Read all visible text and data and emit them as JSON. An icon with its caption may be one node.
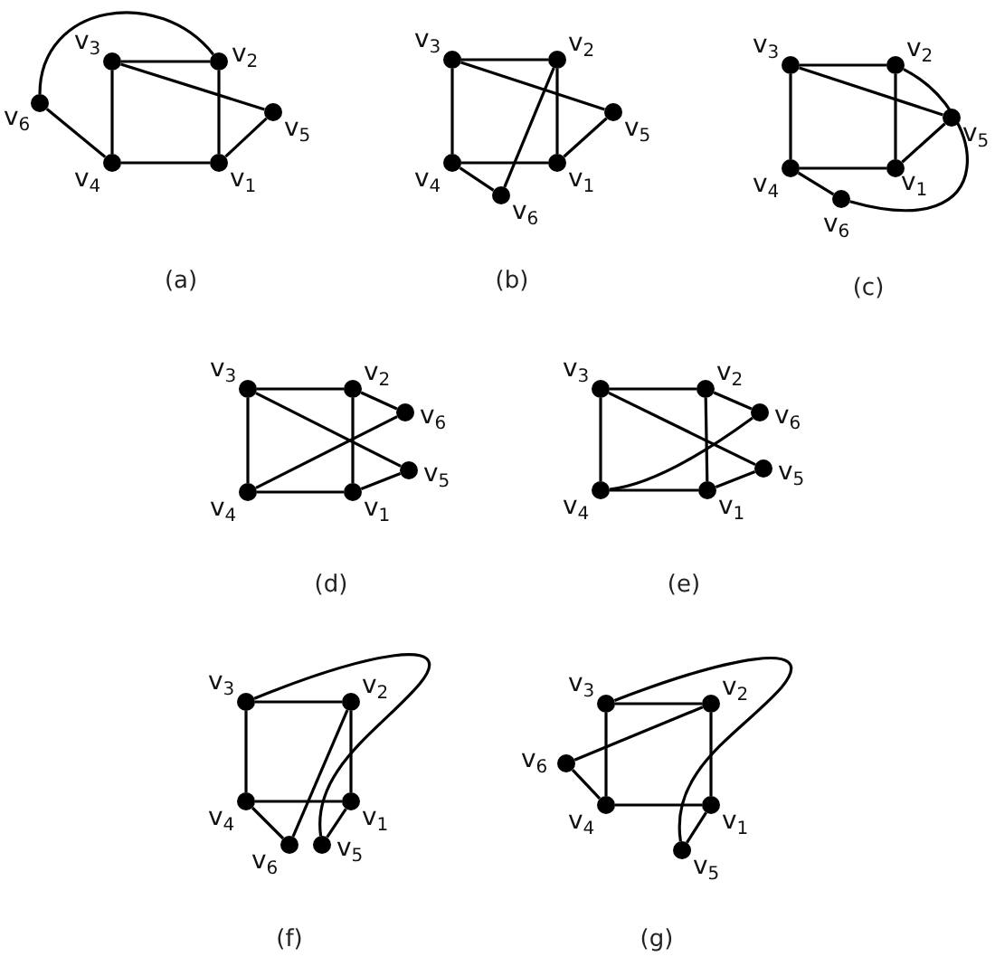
{
  "diagram": {
    "nodes": [
      {
        "text": [
          "v$_{3}$"
        ]
      },
      {
        "text": [
          "v$_{2}$"
        ]
      },
      {
        "text": [
          "v$_{6}$"
        ]
      },
      {
        "text": [
          "v$_{5}$"
        ]
      },
      {
        "text": [
          "v$_{4}$"
        ]
      },
      {
        "text": [
          "v$_{1}$"
        ]
      },
      {
        "text": [
          "v$_{3}$"
        ]
      },
      {
        "text": [
          "v$_{2}$"
        ]
      },
      {
        "text": [
          "v$_{5}$"
        ]
      },
      {
        "text": [
          "v$_{4}$"
        ]
      },
      {
        "text": [
          "v$_{1}$"
        ]
      },
      {
        "text": [
          "v$_{6}$"
        ]
      },
      {
        "text": [
          "v$_{3}$"
        ]
      },
      {
        "text": [
          "v$_{2}$"
        ]
      },
      {
        "text": [
          "v$_{5}$"
        ]
      },
      {
        "text": [
          "v$_{4}$"
        ]
      },
      {
        "text": [
          "v$_{1}$"
        ]
      },
      {
        "text": [
          "v$_{6}$"
        ]
      },
      {
        "text": [
          "v$_{3}$"
        ]
      },
      {
        "text": [
          "v$_{2}$"
        ]
      },
      {
        "text": [
          "v$_{6}$"
        ]
      },
      {
        "text": [
          "v$_{5}$"
        ]
      },
      {
        "text": [
          "v$_{4}$"
        ]
      },
      {
        "text": [
          "v$_{1}$"
        ]
      },
      {
        "text": [
          "v$_{3}$"
        ]
      },
      {
        "text": [
          "v$_{2}$"
        ]
      },
      {
        "text": [
          "v$_{6}$"
        ]
      },
      {
        "text": [
          "v$_{5}$"
        ]
      },
      {
        "text": [
          "v$_{4}$"
        ]
      },
      {
        "text": [
          "v$_{1}$"
        ]
      },
      {
        "text": [
          "v$_{3}$"
        ]
      },
      {
        "text": [
          "v$_{2}$"
        ]
      },
      {
        "text": [
          "v$_{4}$"
        ]
      },
      {
        "text": [
          "v$_{1}$"
        ]
      },
      {
        "text": [
          "v$_{6}$"
        ]
      },
      {
        "text": [
          "v$_{5}$"
        ]
      },
      {
        "text": [
          "v$_{3}$"
        ]
      },
      {
        "text": [
          "v$_{2}$"
        ]
      },
      {
        "text": [
          "v$_{6}$"
        ]
      },
      {
        "text": [
          "v$_{4}$"
        ]
      },
      {
        "text": [
          "v$_{1}$"
        ]
      },
      {
        "text": [
          "v$_{5}$"
        ]
      }
    ],
    "edges": [
      {
        "from": 0,
        "to": 1,
        "arrow": "none"
      },
      {
        "from": 1,
        "to": 5,
        "arrow": "none"
      },
      {
        "from": 5,
        "to": 4,
        "arrow": "none"
      },
      {
        "from": 4,
        "to": 0,
        "arrow": "none"
      },
      {
        "from": 0,
        "to": 3,
        "arrow": "none"
      },
      {
        "from": 3,
        "to": 5,
        "arrow": "none"
      },
      {
        "from": 2,
        "to": 4,
        "arrow": "none"
      },
      {
        "from": 2,
        "to": 1,
        "arrow": "none"
      },
      {
        "from": 6,
        "to": 7,
        "arrow": "none"
      },
      {
        "from": 7,
        "to": 10,
        "arrow": "none"
      },
      {
        "from": 10,
        "to": 9,
        "arrow": "none"
      },
      {
        "from": 9,
        "to": 6,
        "arrow": "none"
      },
      {
        "from": 6,
        "to": 8,
        "arrow": "none"
      },
      {
        "from": 8,
        "to": 10,
        "arrow": "none"
      },
      {
        "from": 9,
        "to": 11,
        "arrow": "none"
      },
      {
        "from": 11,
        "to": 7,
        "arrow": "none"
      },
      {
        "from": 12,
        "to": 13,
        "arrow": "none"
      },
      {
        "from": 13,
        "to": 16,
        "arrow": "none"
      },
      {
        "from": 16,
        "to": 15,
        "arrow": "none"
      },
      {
        "from": 15,
        "to": 12,
        "arrow": "none"
      },
      {
        "from": 12,
        "to": 14,
        "arrow": "none"
      },
      {
        "from": 14,
        "to": 16,
        "arrow": "none"
      },
      {
        "from": 15,
        "to": 17,
        "arrow": "none"
      },
      {
        "from": 17,
        "to": 13,
        "arrow": "none"
      },
      {
        "from": 18,
        "to": 19,
        "arrow": "none"
      },
      {
        "from": 19,
        "to": 23,
        "arrow": "none"
      },
      {
        "from": 23,
        "to": 22,
        "arrow": "none"
      },
      {
        "from": 22,
        "to": 18,
        "arrow": "none"
      },
      {
        "from": 18,
        "to": 21,
        "arrow": "none"
      },
      {
        "from": 21,
        "to": 23,
        "arrow": "none"
      },
      {
        "from": 19,
        "to": 20,
        "arrow": "none"
      },
      {
        "from": 20,
        "to": 22,
        "arrow": "none"
      },
      {
        "from": 24,
        "to": 25,
        "arrow": "none"
      },
      {
        "from": 25,
        "to": 29,
        "arrow": "none"
      },
      {
        "from": 29,
        "to": 28,
        "arrow": "none"
      },
      {
        "from": 28,
        "to": 24,
        "arrow": "none"
      },
      {
        "from": 24,
        "to": 27,
        "arrow": "none"
      },
      {
        "from": 27,
        "to": 29,
        "arrow": "none"
      },
      {
        "from": 25,
        "to": 26,
        "arrow": "none"
      },
      {
        "from": 26,
        "to": 28,
        "arrow": "none"
      },
      {
        "from": 30,
        "to": 31,
        "arrow": "none"
      },
      {
        "from": 31,
        "to": 33,
        "arrow": "none"
      },
      {
        "from": 33,
        "to": 32,
        "arrow": "none"
      },
      {
        "from": 32,
        "to": 30,
        "arrow": "none"
      },
      {
        "from": 30,
        "to": 35,
        "arrow": "none"
      },
      {
        "from": 35,
        "to": 33,
        "arrow": "none"
      },
      {
        "from": 32,
        "to": 34,
        "arrow": "none"
      },
      {
        "from": 34,
        "to": 31,
        "arrow": "none"
      },
      {
        "from": 36,
        "to": 37,
        "arrow": "none"
      },
      {
        "from": 37,
        "to": 40,
        "arrow": "none"
      },
      {
        "from": 40,
        "to": 39,
        "arrow": "none"
      },
      {
        "from": 39,
        "to": 36,
        "arrow": "none"
      },
      {
        "from": 36,
        "to": 41,
        "arrow": "none"
      },
      {
        "from": 41,
        "to": 40,
        "arrow": "none"
      },
      {
        "from": 38,
        "to": 39,
        "arrow": "none"
      },
      {
        "from": 38,
        "to": 37,
        "arrow": "none"
      }
    ],
    "labels": [
      "(a)",
      "(b)",
      "(c)",
      "(d)",
      "(e)",
      "(f)",
      "(g)"
    ]
  }
}
